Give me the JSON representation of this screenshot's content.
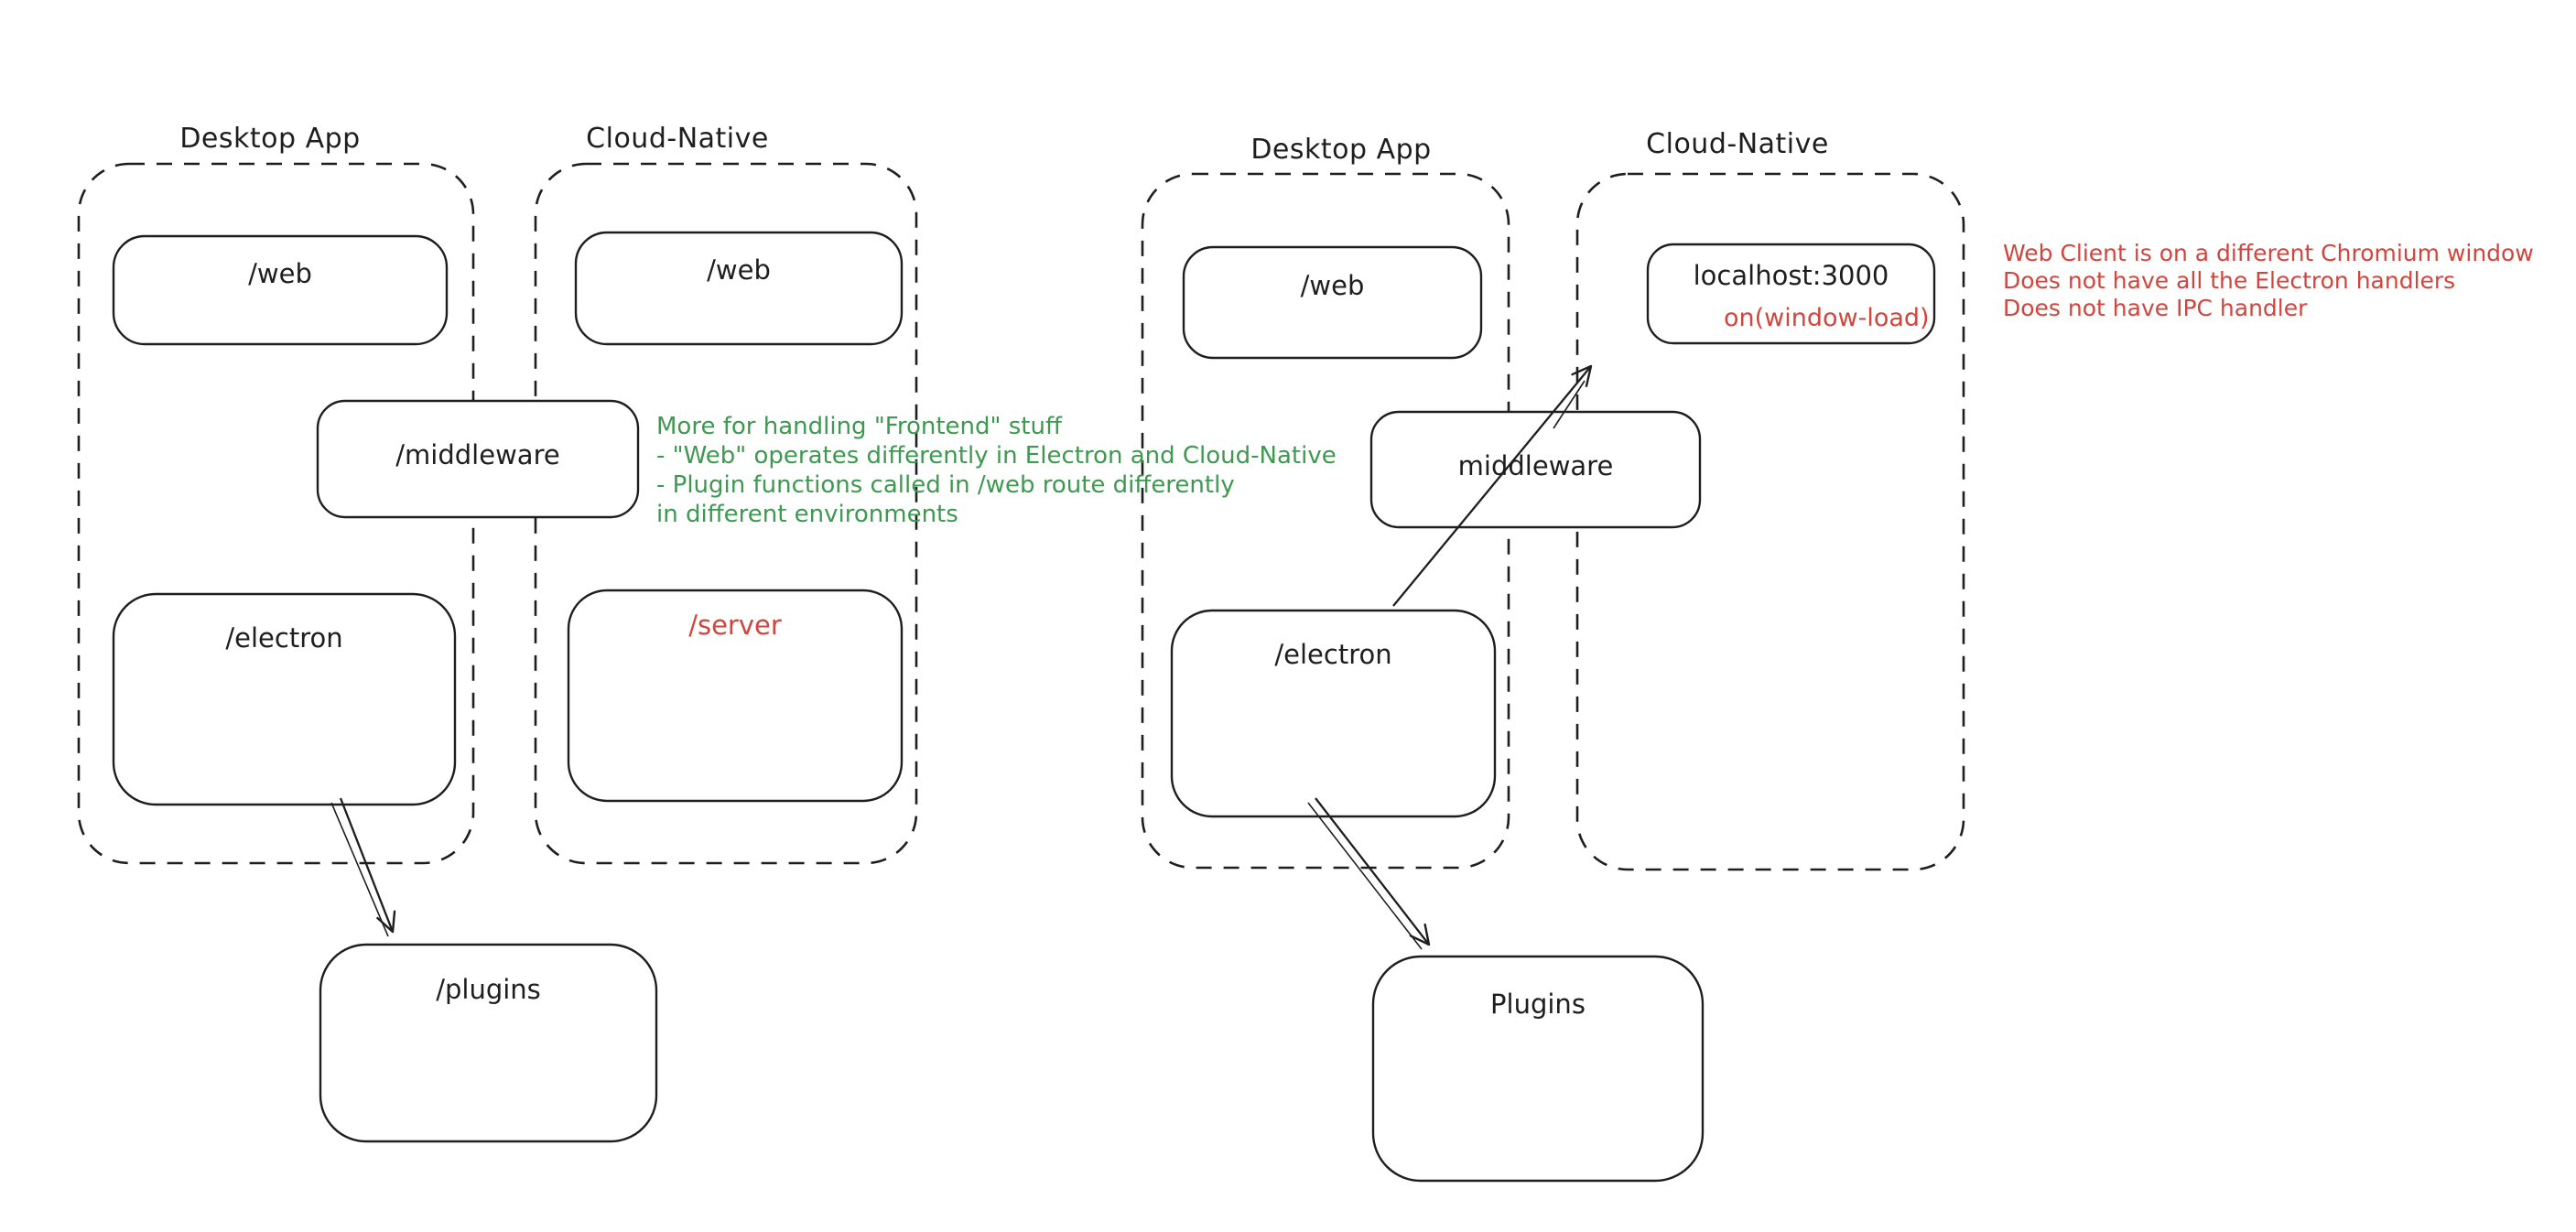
{
  "colors": {
    "ink": "#1e1e1e",
    "red": "#d2443c",
    "green": "#3d9950",
    "background": "#ffffff"
  },
  "left_group": {
    "desktop": {
      "title": "Desktop App",
      "web_label": "/web",
      "electron_label": "/electron"
    },
    "cloud": {
      "title": "Cloud-Native",
      "web_label": "/web",
      "server_label": "/server"
    },
    "middleware_label": "/middleware",
    "plugins_label": "/plugins",
    "green_note": {
      "lines": [
        "More for handling \"Frontend\" stuff",
        "- \"Web\" operates differently in Electron and Cloud-Native",
        "- Plugin functions called in /web route differently",
        "in different environments"
      ]
    }
  },
  "right_group": {
    "desktop": {
      "title": "Desktop App",
      "web_label": "/web",
      "electron_label": "/electron"
    },
    "cloud": {
      "title": "Cloud-Native",
      "localhost_label": "localhost:3000",
      "window_load_label": "on(window-load)"
    },
    "middleware_label": "middleware",
    "plugins_label": "Plugins",
    "red_note": {
      "lines": [
        "Web Client is on a different Chromium window",
        "Does not have all the Electron handlers",
        "Does not have IPC handler"
      ]
    }
  }
}
